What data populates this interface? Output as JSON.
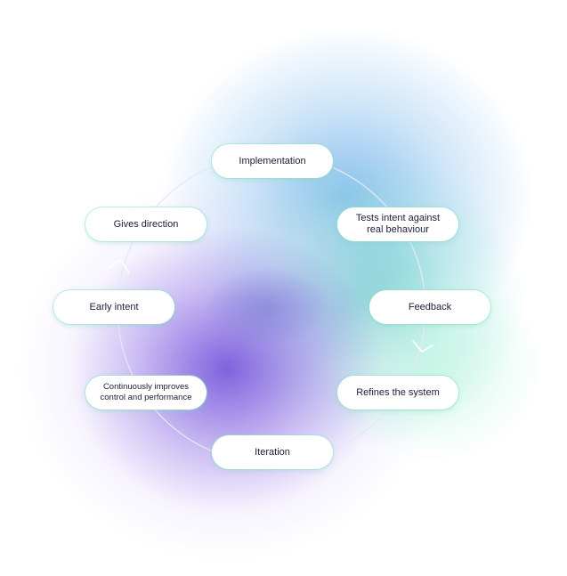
{
  "diagram": {
    "nodes": [
      {
        "id": "implementation",
        "label": "Implementation"
      },
      {
        "id": "tests",
        "label": "Tests intent against real behaviour"
      },
      {
        "id": "feedback",
        "label": "Feedback"
      },
      {
        "id": "refines",
        "label": "Refines the system"
      },
      {
        "id": "iteration",
        "label": "Iteration"
      },
      {
        "id": "continuously",
        "label": "Continuously improves control and performance"
      },
      {
        "id": "early-intent",
        "label": "Early intent"
      },
      {
        "id": "gives-direction",
        "label": "Gives direction"
      }
    ],
    "colors": {
      "ring": "#e6e8f4",
      "text": "#1a1d3a",
      "pill_border": "#8ce1c8",
      "glow_blue": "#78b4eb",
      "glow_teal": "#5fcdc3",
      "glow_purple": "#785adc"
    }
  }
}
